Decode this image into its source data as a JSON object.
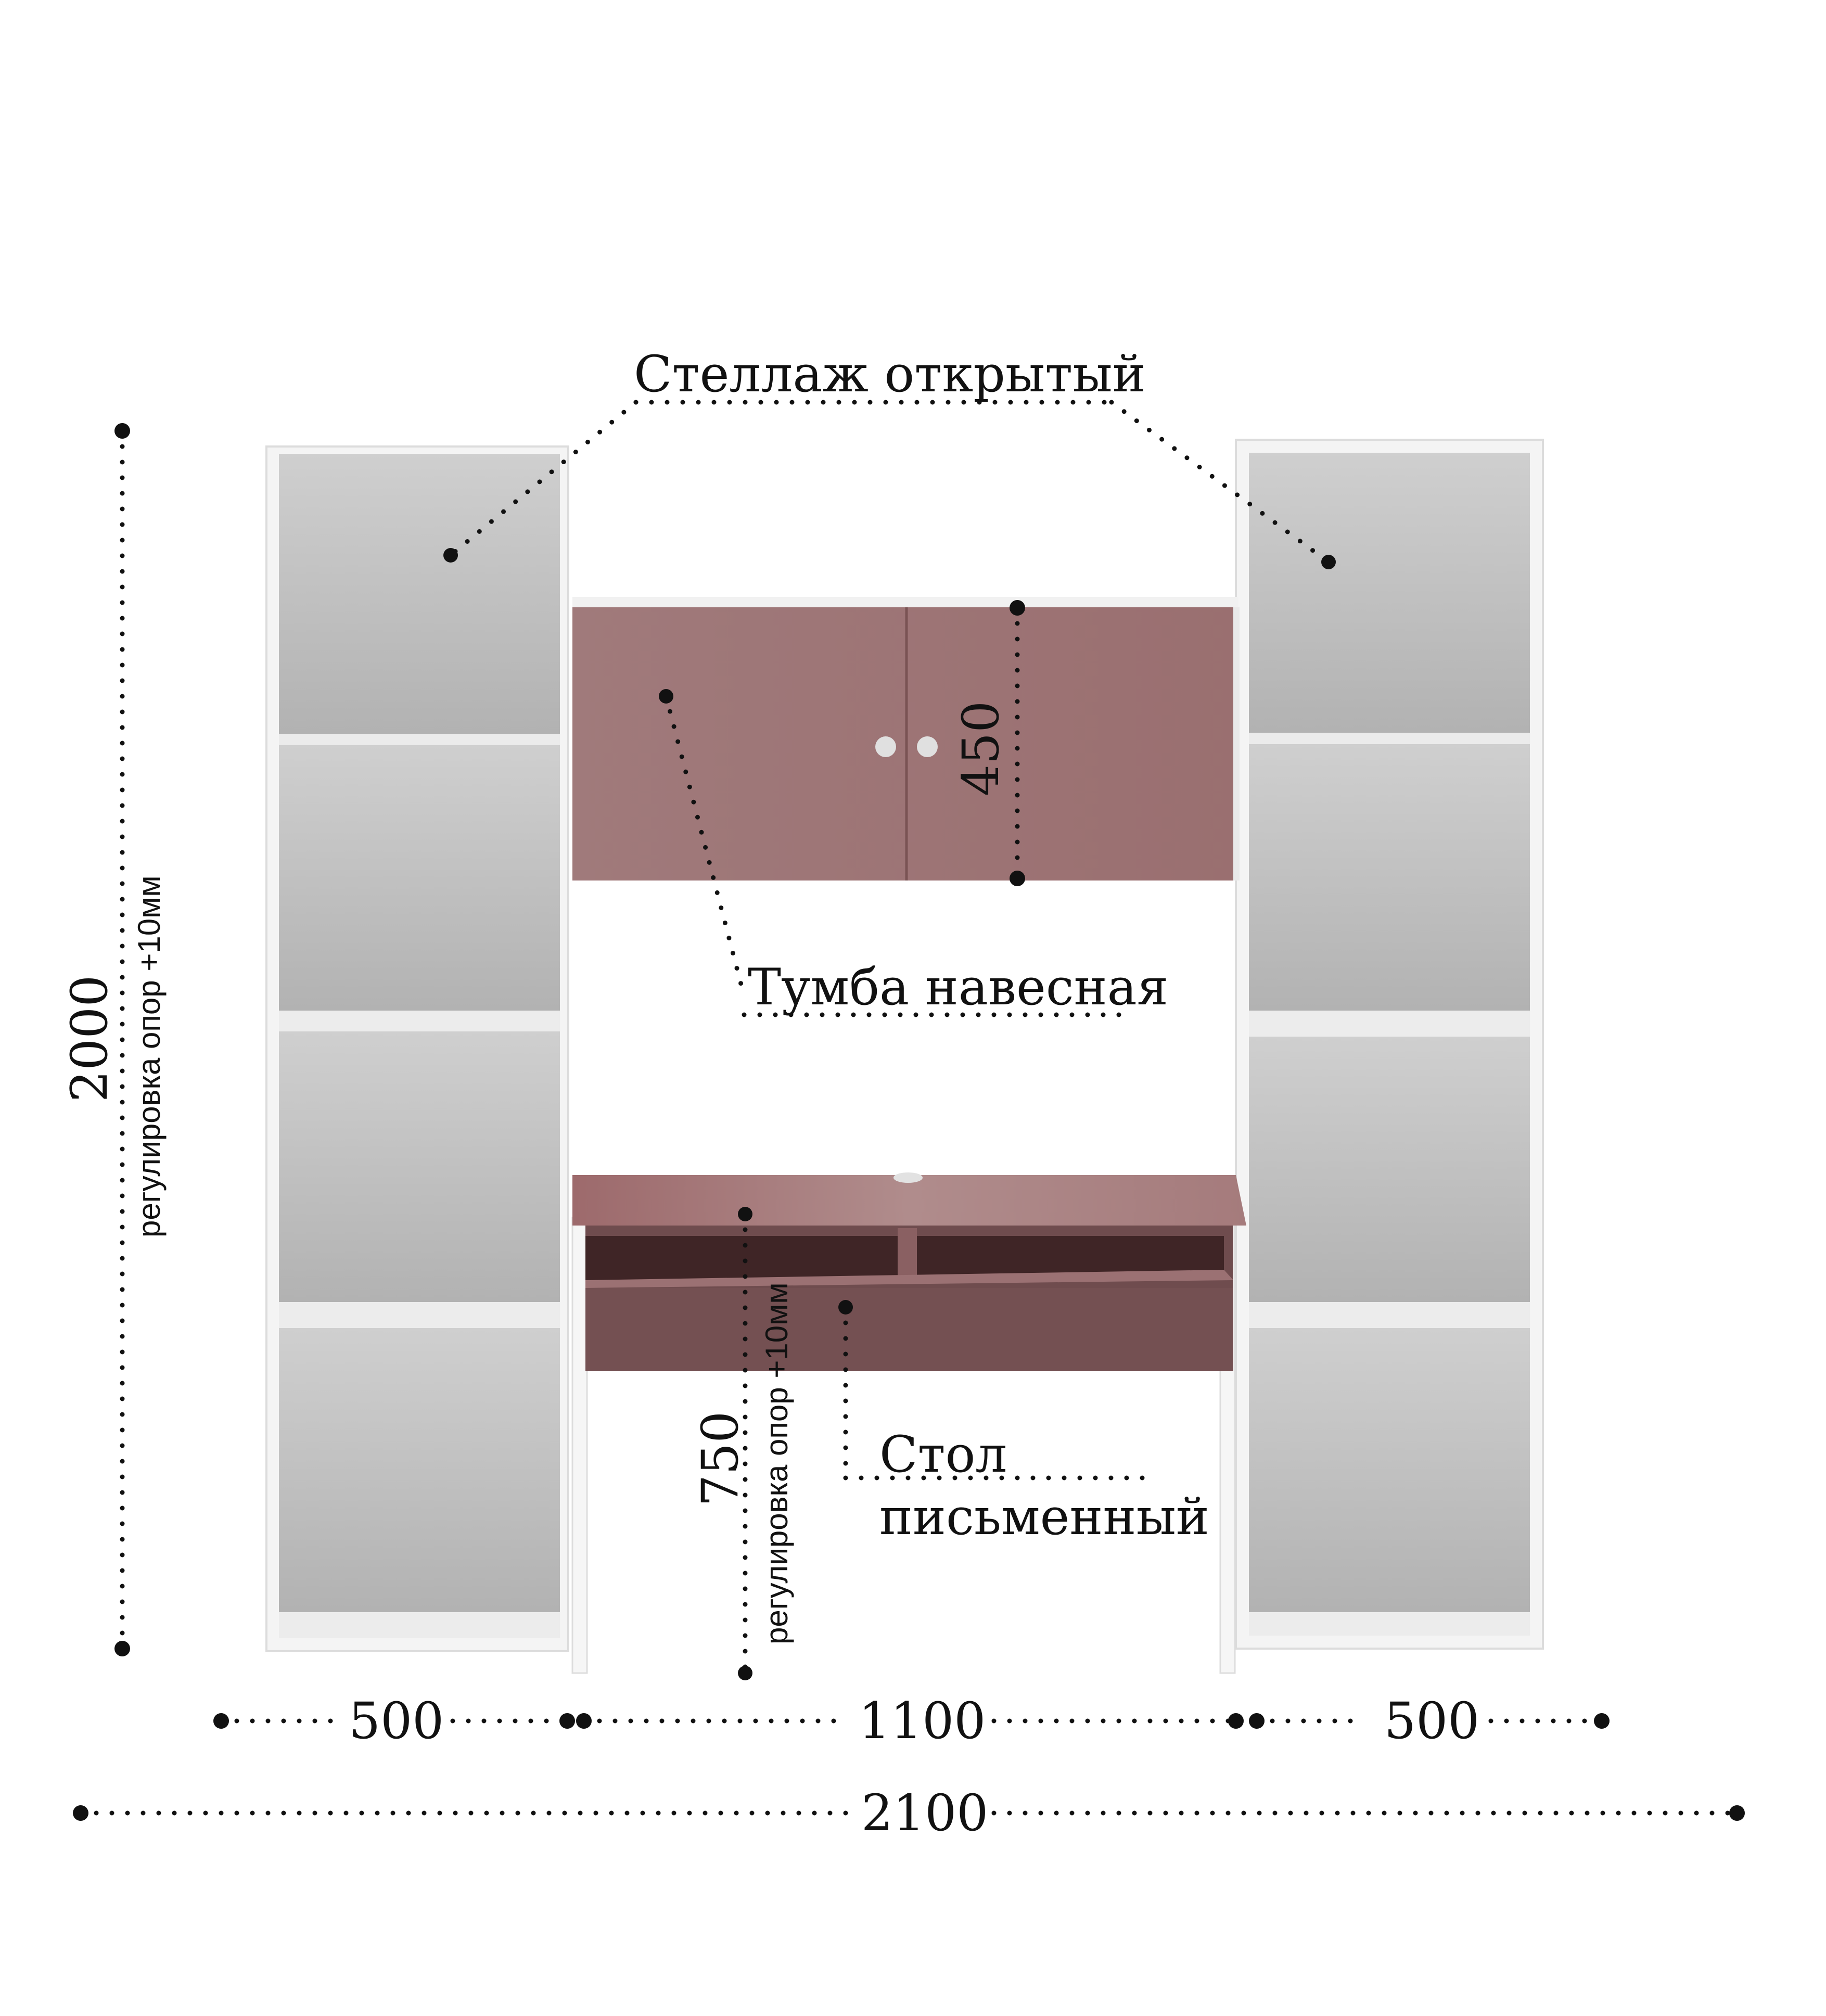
{
  "labels": {
    "shelving": "Стеллаж открытый",
    "wall_cabinet": "Тумба навесная",
    "desk_line1": "Стол",
    "desk_line2": "письменный"
  },
  "dimensions": {
    "total_height": "2000",
    "height_note": "регулировка опор +10мм",
    "cabinet_height": "450",
    "desk_height": "750",
    "desk_height_note": "регулировка опор +10мм",
    "left_width": "500",
    "center_width": "1100",
    "right_width": "500",
    "total_width": "2100"
  },
  "colors": {
    "panel_white": "#f5f5f5",
    "shelf_back": "#b3b3b3",
    "accent_rose": "#9c7071",
    "accent_dark": "#6f4c4e",
    "text": "#111111"
  }
}
